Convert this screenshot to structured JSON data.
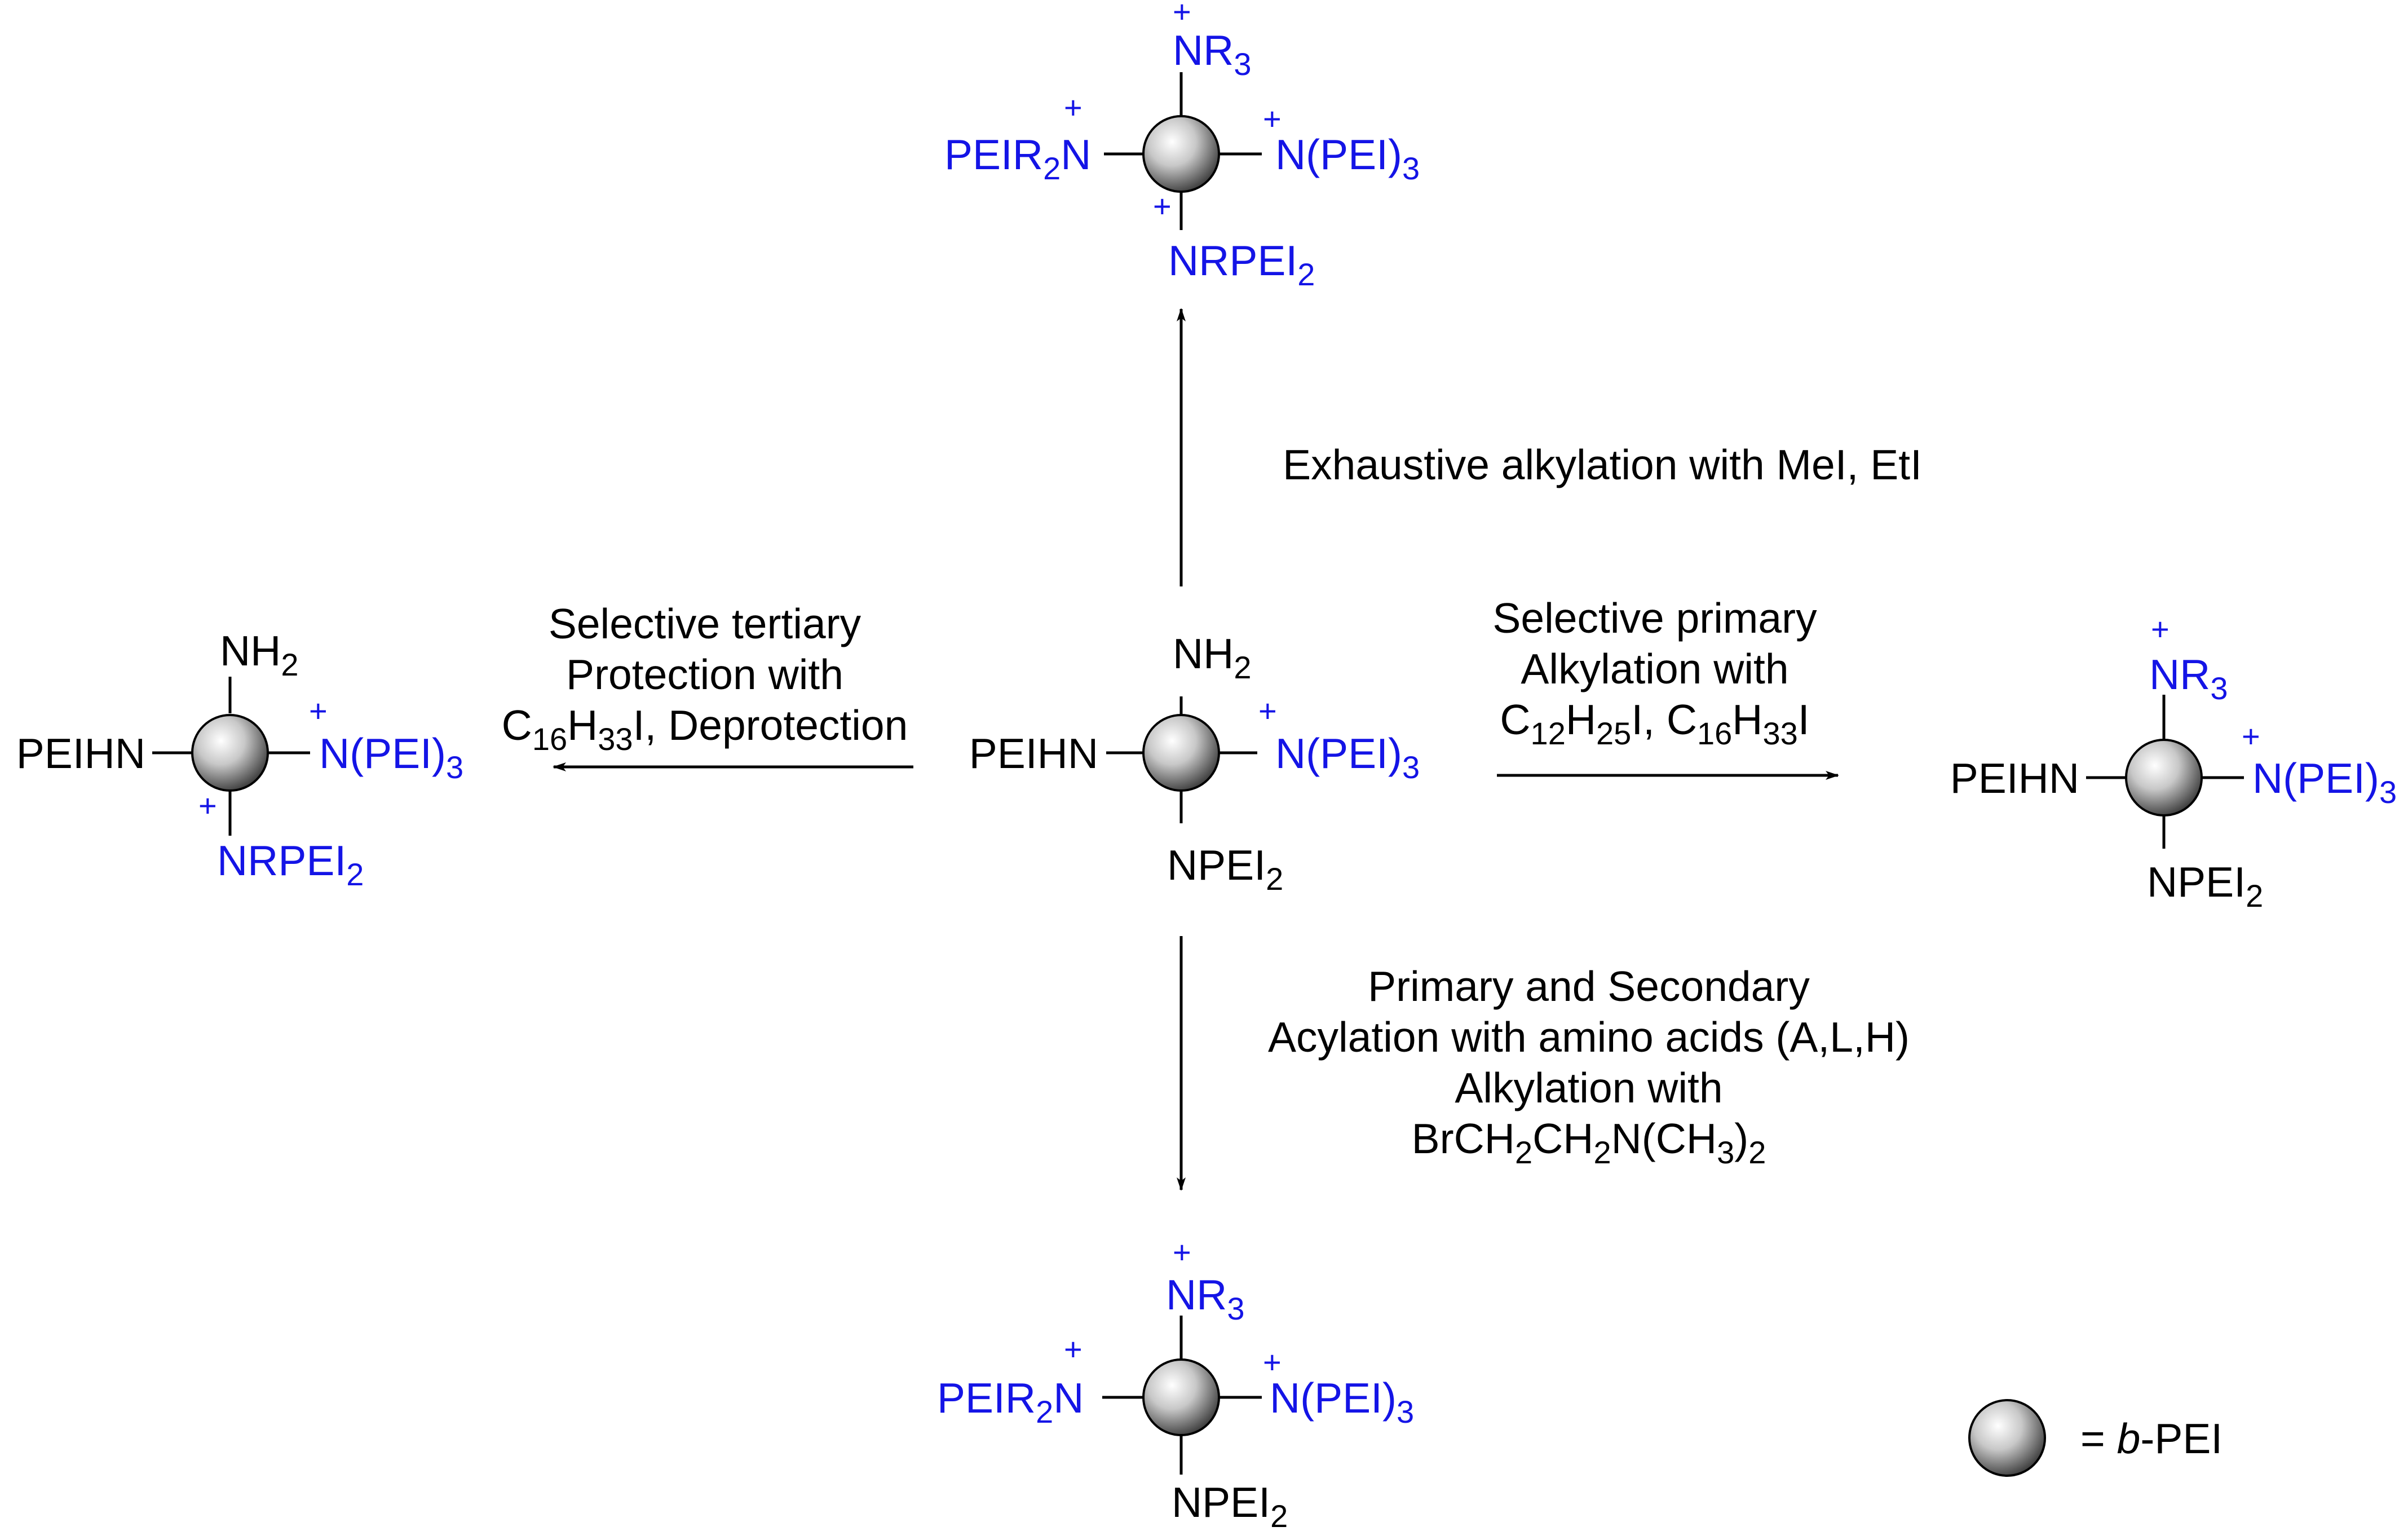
{
  "colors": {
    "black": "#000000",
    "blue": "#1414e6",
    "sphere_light": "#ffffff",
    "sphere_dark": "#3a3a3a"
  },
  "center": {
    "top": "NH",
    "top_sub": "2",
    "left": "PEIHN",
    "right": "N(PEI)",
    "right_sub": "3",
    "right_charge": "+",
    "bottom": "NPEI",
    "bottom_sub": "2"
  },
  "top_product": {
    "top_charge": "+",
    "top": "NR",
    "top_sub": "3",
    "left_charge": "+",
    "left_a": "PEIR",
    "left_sub": "2",
    "left_b": "N",
    "right_charge": "+",
    "right": "N(PEI)",
    "right_sub": "3",
    "bottom_charge": "+",
    "bottom": "NRPEI",
    "bottom_sub": "2"
  },
  "left_product": {
    "top": "NH",
    "top_sub": "2",
    "left": "PEIHN",
    "right_charge": "+",
    "right": "N(PEI)",
    "right_sub": "3",
    "bottom_charge": "+",
    "bottom": "NRPEI",
    "bottom_sub": "2"
  },
  "right_product": {
    "top_charge": "+",
    "top": "NR",
    "top_sub": "3",
    "left": "PEIHN",
    "right_charge": "+",
    "right": "N(PEI)",
    "right_sub": "3",
    "bottom": "NPEI",
    "bottom_sub": "2"
  },
  "bottom_product": {
    "top_charge": "+",
    "top": "NR",
    "top_sub": "3",
    "left_charge": "+",
    "left_a": "PEIR",
    "left_sub": "2",
    "left_b": "N",
    "right_charge": "+",
    "right": "N(PEI)",
    "right_sub": "3",
    "bottom": "NPEI",
    "bottom_sub": "2"
  },
  "conditions": {
    "up": {
      "line1": "Exhaustive alkylation with MeI, EtI"
    },
    "left": {
      "line1": "Selective tertiary",
      "line2": "Protection with",
      "line3_a": "C",
      "line3_sub1": "16",
      "line3_b": "H",
      "line3_sub2": "33",
      "line3_c": "I, Deprotection"
    },
    "right": {
      "line1": "Selective primary",
      "line2": "Alkylation with",
      "line3_a": "C",
      "line3_sub1": "12",
      "line3_b": "H",
      "line3_sub2": "25",
      "line3_c": "I, C",
      "line3_sub3": "16",
      "line3_d": "H",
      "line3_sub4": "33",
      "line3_e": "I"
    },
    "down": {
      "line1": "Primary and Secondary",
      "line2": "Acylation with amino acids (A,L,H)",
      "line3": "Alkylation with",
      "line4_a": "BrCH",
      "line4_sub1": "2",
      "line4_b": "CH",
      "line4_sub2": "2",
      "line4_c": "N(CH",
      "line4_sub3": "3",
      "line4_d": ")",
      "line4_sub4": "2"
    }
  },
  "legend": {
    "label_eq": "= ",
    "label_italic": "b",
    "label_rest": "-PEI"
  }
}
